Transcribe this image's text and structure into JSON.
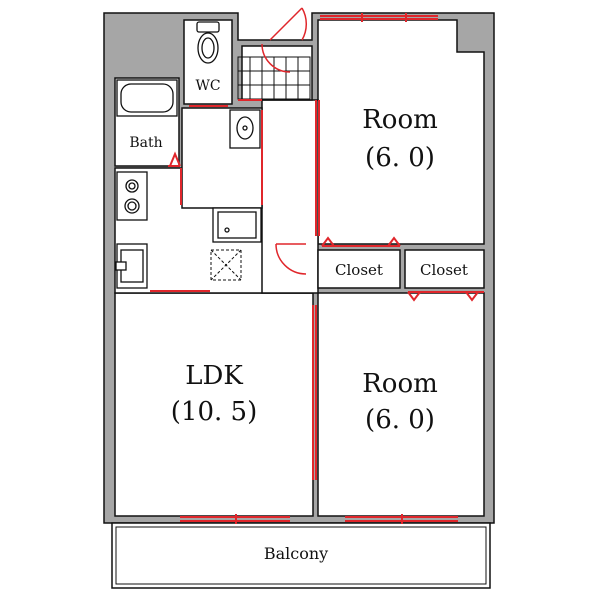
{
  "floorplan": {
    "rooms": {
      "room_upper": {
        "name": "Room",
        "size": "(6. 0)"
      },
      "room_lower": {
        "name": "Room",
        "size": "(6. 0)"
      },
      "ldk": {
        "name": "LDK",
        "size": "(10. 5)"
      },
      "wc": {
        "name": "WC"
      },
      "bath": {
        "name": "Bath"
      },
      "closet_left": {
        "name": "Closet"
      },
      "closet_right": {
        "name": "Closet"
      },
      "balcony": {
        "name": "Balcony"
      }
    },
    "colors": {
      "wall": "#a6a6a6",
      "line": "#111111",
      "opening": "#e0262b",
      "floor": "#ffffff"
    }
  }
}
